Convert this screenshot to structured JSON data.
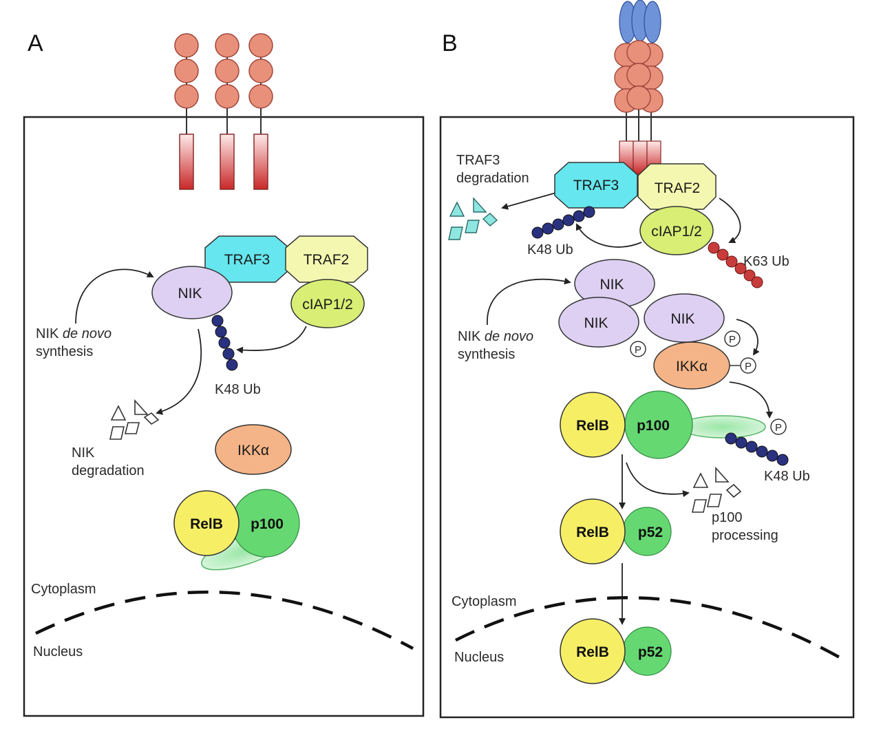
{
  "panels": {
    "a": {
      "letter": "A",
      "traf3": "TRAF3",
      "traf2": "TRAF2",
      "ciap": "cIAP1/2",
      "nik": "NIK",
      "nik_synthesis_prefix": "NIK ",
      "nik_synthesis_italic": "de novo",
      "nik_synthesis_line2": "synthesis",
      "k48": "K48 Ub",
      "nik_degradation_line1": "NIK",
      "nik_degradation_line2": "degradation",
      "ikka": "IKKα",
      "relb": "RelB",
      "p100": "p100",
      "cytoplasm": "Cytoplasm",
      "nucleus": "Nucleus"
    },
    "b": {
      "letter": "B",
      "traf3_deg_line1": "TRAF3",
      "traf3_deg_line2": "degradation",
      "traf3": "TRAF3",
      "traf2": "TRAF2",
      "ciap": "cIAP1/2",
      "k48_top": "K48 Ub",
      "k63": "K63 Ub",
      "nik_1": "NIK",
      "nik_2": "NIK",
      "nik_3": "NIK",
      "nik_synthesis_prefix": "NIK ",
      "nik_synthesis_italic": "de novo",
      "nik_synthesis_line2": "synthesis",
      "ikka": "IKKα",
      "phospho": "P",
      "relb_1": "RelB",
      "p100": "p100",
      "k48_bottom": "K48 Ub",
      "relb_2": "RelB",
      "p52_1": "p52",
      "p100_processing_line1": "p100",
      "p100_processing_line2": "processing",
      "cytoplasm": "Cytoplasm",
      "nucleus": "Nucleus",
      "relb_3": "RelB",
      "p52_2": "p52"
    }
  },
  "colors": {
    "receptor_ball": "#e8907a",
    "receptor_tail": "#d03a3a",
    "traf3": "#66e6ee",
    "traf2": "#f4f7b0",
    "ciap": "#d8ee74",
    "nik": "#ddd0f2",
    "ikka": "#f5b487",
    "relb": "#f6ef66",
    "p100": "#66d872",
    "ub_k48": "#2a3280",
    "ub_k63": "#c83c3c",
    "ligand": "#6f93d8"
  }
}
